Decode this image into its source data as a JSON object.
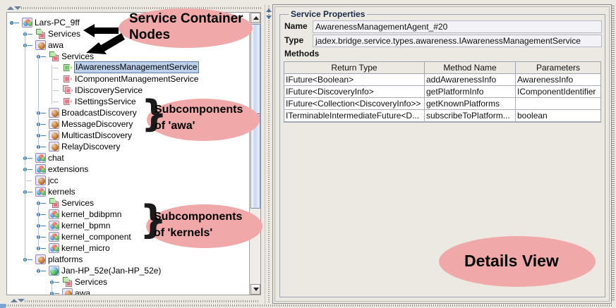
{
  "tree": {
    "scrollbar": {
      "name": "tree-vertical-scrollbar"
    },
    "nodes": [
      {
        "label": "Lars-PC_9ff",
        "depth": 0,
        "icon": "component-group-icon",
        "handle": "expanded"
      },
      {
        "label": "Services",
        "depth": 1,
        "icon": "service-container-icon",
        "handle": "collapsed"
      },
      {
        "label": "awa",
        "depth": 1,
        "icon": "component-sphere-icon",
        "handle": "expanded"
      },
      {
        "label": "Services",
        "depth": 2,
        "icon": "service-container-icon",
        "handle": "expanded"
      },
      {
        "label": "IAwarenessManagementService",
        "depth": 3,
        "icon": "service-arrow-icon",
        "handle": "none",
        "selected": true
      },
      {
        "label": "IComponentManagementService",
        "depth": 3,
        "icon": "service-page-icon",
        "handle": "none"
      },
      {
        "label": "IDiscoveryService",
        "depth": 3,
        "icon": "service-double-page-icon",
        "handle": "none"
      },
      {
        "label": "ISettingsService",
        "depth": 3,
        "icon": "service-page-icon",
        "handle": "none"
      },
      {
        "label": "BroadcastDiscovery",
        "depth": 2,
        "icon": "component-sphere-icon",
        "handle": "collapsed"
      },
      {
        "label": "MessageDiscovery",
        "depth": 2,
        "icon": "component-sphere-icon",
        "handle": "collapsed"
      },
      {
        "label": "MulticastDiscovery",
        "depth": 2,
        "icon": "component-sphere-icon",
        "handle": "collapsed"
      },
      {
        "label": "RelayDiscovery",
        "depth": 2,
        "icon": "component-sphere-icon",
        "handle": "collapsed"
      },
      {
        "label": "chat",
        "depth": 1,
        "icon": "component-group-icon",
        "handle": "collapsed"
      },
      {
        "label": "extensions",
        "depth": 1,
        "icon": "component-group-icon",
        "handle": "collapsed"
      },
      {
        "label": "jcc",
        "depth": 1,
        "icon": "component-sphere-icon",
        "handle": "none"
      },
      {
        "label": "kernels",
        "depth": 1,
        "icon": "component-group-icon",
        "handle": "expanded"
      },
      {
        "label": "Services",
        "depth": 2,
        "icon": "service-container-icon",
        "handle": "collapsed"
      },
      {
        "label": "kernel_bdibpmn",
        "depth": 2,
        "icon": "component-group-icon",
        "handle": "collapsed"
      },
      {
        "label": "kernel_bpmn",
        "depth": 2,
        "icon": "component-group-icon",
        "handle": "collapsed"
      },
      {
        "label": "kernel_component",
        "depth": 2,
        "icon": "component-group-icon",
        "handle": "collapsed"
      },
      {
        "label": "kernel_micro",
        "depth": 2,
        "icon": "component-group-icon",
        "handle": "collapsed"
      },
      {
        "label": "platforms",
        "depth": 1,
        "icon": "component-sphere-icon",
        "handle": "expanded"
      },
      {
        "label": "Jan-HP_52e(Jan-HP_52e)",
        "depth": 2,
        "icon": "platform-globe-icon",
        "handle": "expanded"
      },
      {
        "label": "Services",
        "depth": 3,
        "icon": "service-container-icon",
        "handle": "collapsed"
      },
      {
        "label": "awa",
        "depth": 3,
        "icon": "component-sphere-icon",
        "handle": "collapsed"
      }
    ]
  },
  "details": {
    "group_title": "Service Properties",
    "name_label": "Name",
    "name_value": "AwarenessManagementAgent_#20",
    "type_label": "Type",
    "type_value": "jadex.bridge.service.types.awareness.IAwarenessManagementService",
    "methods_label": "Methods",
    "table": {
      "columns": [
        "Return Type",
        "Method Name",
        "Parameters"
      ],
      "rows": [
        [
          "IFuture<Boolean>",
          "addAwarenessInfo",
          "AwarenessInfo"
        ],
        [
          "IFuture<DiscoveryInfo>",
          "getPlatformInfo",
          "IComponentIdentifier"
        ],
        [
          "IFuture<Collection<DiscoveryInfo>>",
          "getKnownPlatforms",
          ""
        ],
        [
          "ITerminableIntermediateFuture<D...",
          "subscribeToPlatform...",
          "boolean"
        ]
      ]
    }
  },
  "annotations": [
    {
      "id": "service-container-nodes",
      "line1": "Service Container",
      "line2": "Nodes"
    },
    {
      "id": "subcomponents-awa",
      "line1": "Subcomponents",
      "line2": "of 'awa'"
    },
    {
      "id": "subcomponents-kernels",
      "line1": "Subcomponents",
      "line2": "of 'kernels'"
    },
    {
      "id": "details-view",
      "line1": "Details View",
      "line2": ""
    }
  ],
  "colors": {
    "annotation_oval": "#f0a8a8",
    "selection": "#bdd0ea",
    "panel": "#ece9e2"
  }
}
